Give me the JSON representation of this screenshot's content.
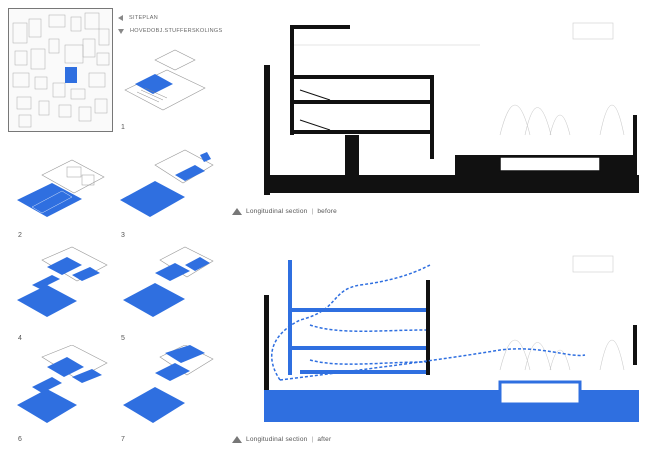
{
  "legend": {
    "siteplan": "SITEPLAN",
    "mass": "HOVEDOBJ.STUFFERSKOLINGS"
  },
  "steps": [
    "1",
    "2",
    "3",
    "4",
    "5",
    "6",
    "7"
  ],
  "captions": {
    "before": {
      "title": "Longitudinal section",
      "state": "before"
    },
    "after": {
      "title": "Longitudinal section",
      "state": "after"
    }
  },
  "colors": {
    "accent": "#2f6fe0",
    "ink": "#111111",
    "line": "#bbbbbb"
  },
  "icons": [
    "triangle-left-icon",
    "triangle-down-icon",
    "triangle-up-icon"
  ]
}
